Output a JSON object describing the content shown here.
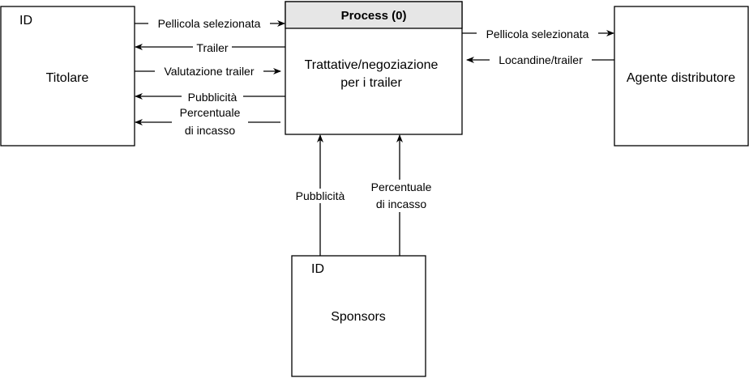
{
  "entities": {
    "titolare": {
      "id": "ID",
      "name": "Titolare"
    },
    "agente": {
      "name": "Agente distributore"
    },
    "sponsors": {
      "id": "ID",
      "name": "Sponsors"
    }
  },
  "process": {
    "header": "Process (0)",
    "line1": "Trattative/negoziazione",
    "line2": "per i trailer"
  },
  "flows": {
    "t_to_p_pellicola": "Pellicola selezionata",
    "p_to_t_trailer": "Trailer",
    "t_to_p_valutazione": "Valutazione trailer",
    "p_to_t_pubblicita": "Pubblicità",
    "p_to_t_percentuale_1": "Percentuale",
    "p_to_t_percentuale_2": "di incasso",
    "p_to_a_pellicola": "Pellicola selezionata",
    "a_to_p_locandine": "Locandine/trailer",
    "s_to_p_pubblicita": "Pubblicità",
    "s_to_p_percentuale_1": "Percentuale",
    "s_to_p_percentuale_2": "di incasso"
  }
}
